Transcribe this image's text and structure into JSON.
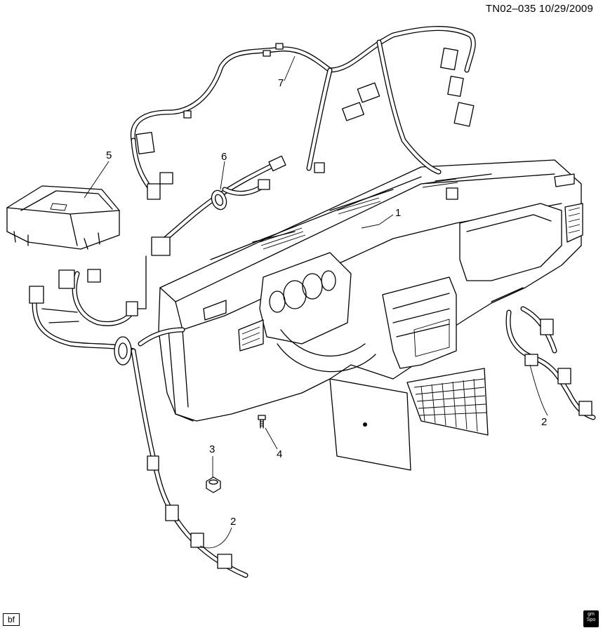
{
  "header": {
    "drawing_id": "TN02–035  10/29/2009"
  },
  "callouts": [
    {
      "label": "1"
    },
    {
      "label": "2"
    },
    {
      "label": "2"
    },
    {
      "label": "3"
    },
    {
      "label": "4"
    },
    {
      "label": "5"
    },
    {
      "label": "6"
    },
    {
      "label": "7"
    }
  ],
  "corner_tag": {
    "text": "bf"
  },
  "logo": {
    "text_top": "gm",
    "text_bottom": "Spo"
  }
}
